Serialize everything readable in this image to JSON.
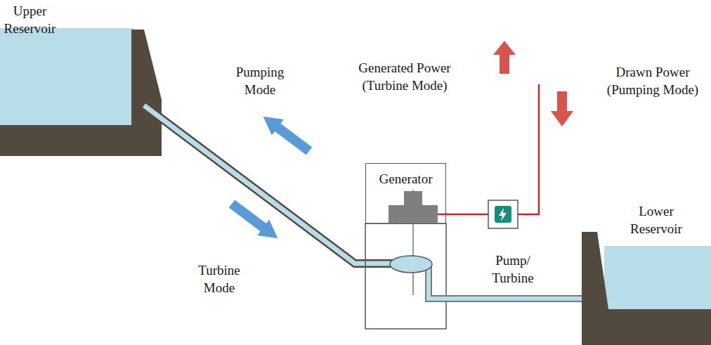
{
  "diagram": {
    "nodes": [
      {
        "text": [
          "Generator"
        ]
      }
    ],
    "edges": [],
    "labels": [
      "Upper Reservoir",
      "Pumping Mode",
      "Turbine Mode",
      "Generated Power (Turbine Mode)",
      "Drawn Power (Pumping Mode)",
      "Lower Reservoir",
      "Pump/ Turbine"
    ]
  }
}
